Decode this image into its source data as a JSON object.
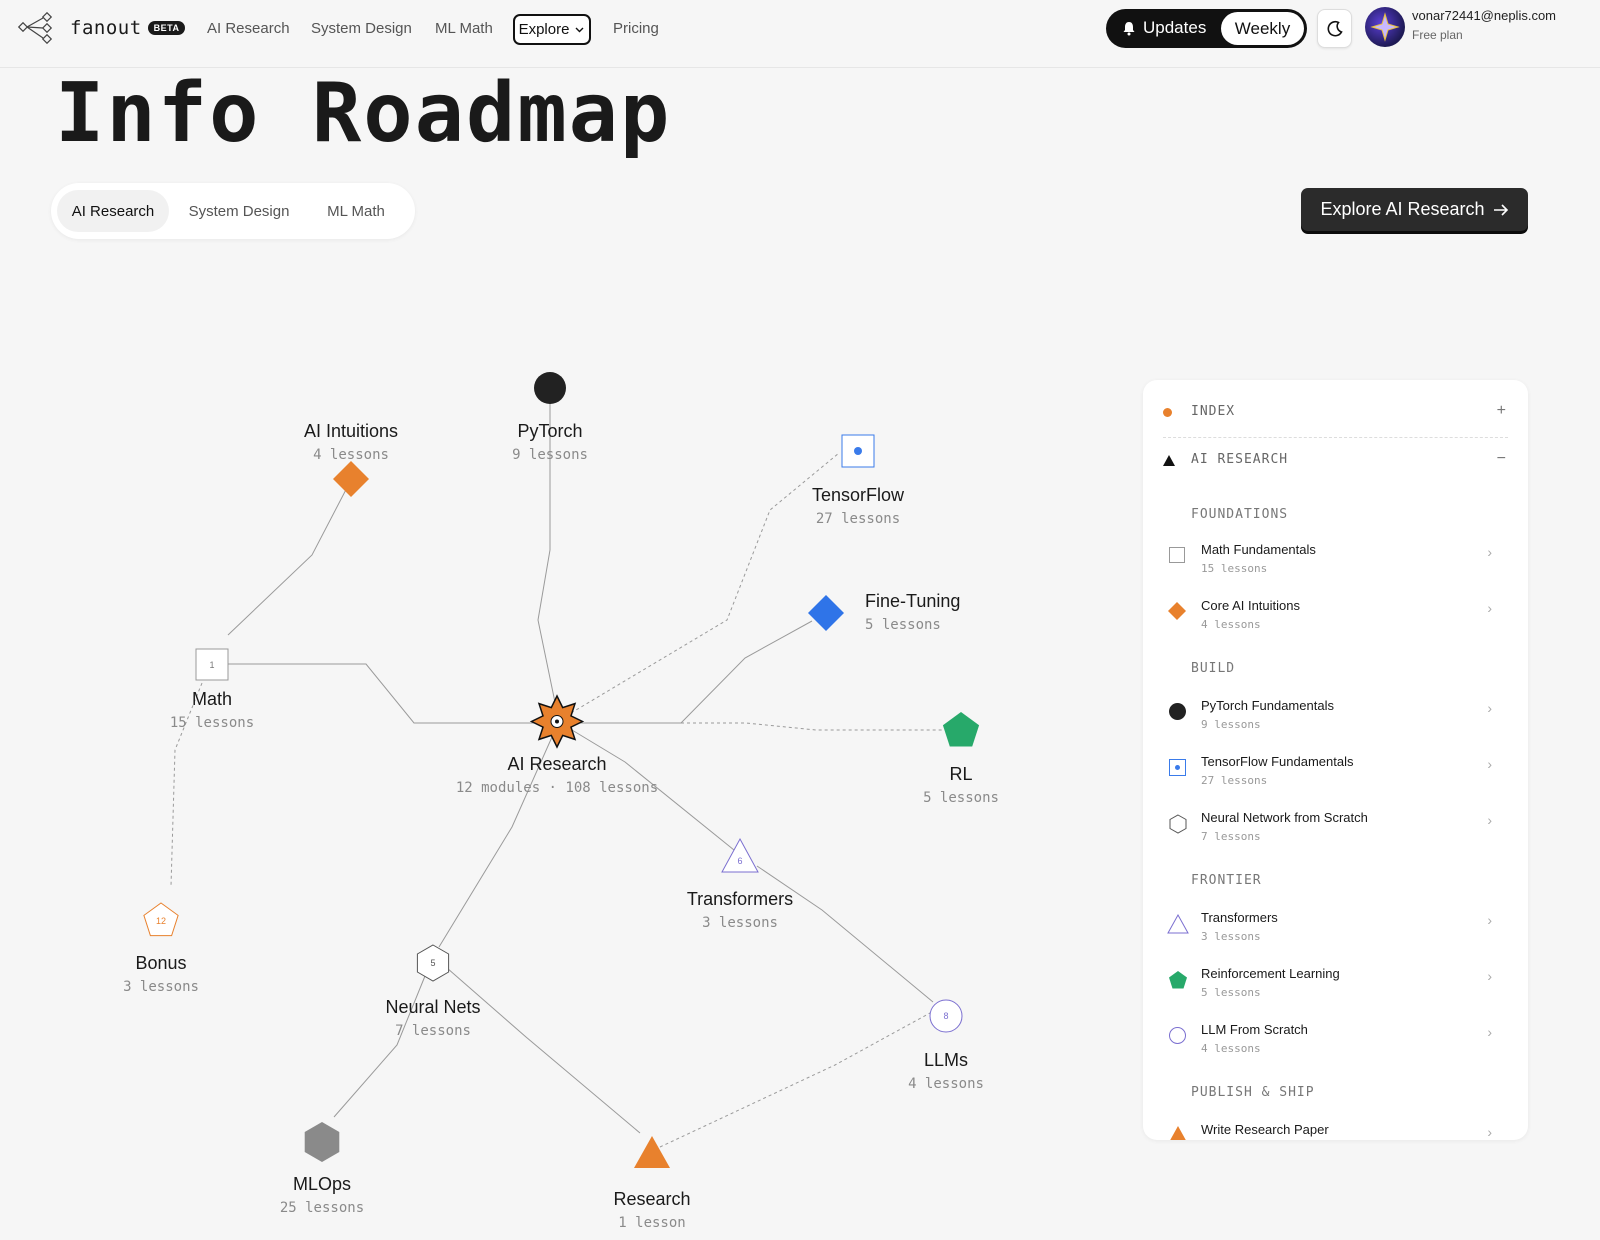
{
  "nav": {
    "logo_text": "fanout",
    "beta": "BETA",
    "links": [
      "AI Research",
      "System Design",
      "ML Math"
    ],
    "explore": "Explore",
    "pricing": "Pricing",
    "updates": "Updates",
    "weekly": "Weekly",
    "user_email": "vonar72441@neplis.com",
    "user_plan": "Free plan"
  },
  "page": {
    "title": "Info Roadmap",
    "tabs": [
      "AI Research",
      "System Design",
      "ML Math"
    ],
    "cta": "Explore AI Research"
  },
  "graph": {
    "nodes": [
      {
        "id": "ai-research",
        "label": "AI Research",
        "sub": "12 modules · 108 lessons",
        "shape": "burst",
        "color": "#e8812d"
      },
      {
        "id": "pytorch",
        "label": "PyTorch",
        "sub": "9 lessons",
        "shape": "circle",
        "color": "#222222"
      },
      {
        "id": "ai-intuitions",
        "label": "AI Intuitions",
        "sub": "4 lessons",
        "shape": "diamond",
        "color": "#e8812d"
      },
      {
        "id": "tensorflow",
        "label": "TensorFlow",
        "sub": "27 lessons",
        "shape": "square-dot",
        "color": "#3a7bea"
      },
      {
        "id": "fine-tuning",
        "label": "Fine-Tuning",
        "sub": "5 lessons",
        "shape": "diamond",
        "color": "#2f74e8"
      },
      {
        "id": "math",
        "label": "Math",
        "sub": "15 lessons",
        "shape": "square-outline",
        "color": "#999999",
        "inner": "1"
      },
      {
        "id": "rl",
        "label": "RL",
        "sub": "5 lessons",
        "shape": "pentagon",
        "color": "#27a96a"
      },
      {
        "id": "transformers",
        "label": "Transformers",
        "sub": "3 lessons",
        "shape": "triangle-outline",
        "color": "#7b6fd0",
        "inner": "6"
      },
      {
        "id": "bonus",
        "label": "Bonus",
        "sub": "3 lessons",
        "shape": "pentagon-outline",
        "color": "#e8812d",
        "inner": "12"
      },
      {
        "id": "neural-nets",
        "label": "Neural Nets",
        "sub": "7 lessons",
        "shape": "hexagon-outline",
        "color": "#555555",
        "inner": "5"
      },
      {
        "id": "llms",
        "label": "LLMs",
        "sub": "4 lessons",
        "shape": "circle-outline",
        "color": "#7b6fd0",
        "inner": "8"
      },
      {
        "id": "mlops",
        "label": "MLOps",
        "sub": "25 lessons",
        "shape": "hexagon",
        "color": "#8a8a8a"
      },
      {
        "id": "research",
        "label": "Research",
        "sub": "1 lesson",
        "shape": "triangle",
        "color": "#e8812d"
      }
    ]
  },
  "index": {
    "title": "INDEX",
    "expand": "+",
    "section_title": "AI RESEARCH",
    "collapse": "−",
    "groups": [
      {
        "name": "FOUNDATIONS",
        "items": [
          {
            "title": "Math Fundamentals",
            "sub": "15 lessons",
            "icon": "square-outline-icon"
          },
          {
            "title": "Core AI Intuitions",
            "sub": "4 lessons",
            "icon": "orange-diamond-icon"
          }
        ]
      },
      {
        "name": "BUILD",
        "items": [
          {
            "title": "PyTorch Fundamentals",
            "sub": "9 lessons",
            "icon": "black-circle-icon"
          },
          {
            "title": "TensorFlow Fundamentals",
            "sub": "27 lessons",
            "icon": "blue-square-dot-icon"
          },
          {
            "title": "Neural Network from Scratch",
            "sub": "7 lessons",
            "icon": "hexagon-outline-icon"
          }
        ]
      },
      {
        "name": "FRONTIER",
        "items": [
          {
            "title": "Transformers",
            "sub": "3 lessons",
            "icon": "triangle-outline-icon"
          },
          {
            "title": "Reinforcement Learning",
            "sub": "5 lessons",
            "icon": "green-pentagon-icon"
          },
          {
            "title": "LLM From Scratch",
            "sub": "4 lessons",
            "icon": "circle-outline-icon"
          }
        ]
      },
      {
        "name": "PUBLISH & SHIP",
        "items": [
          {
            "title": "Write Research Paper",
            "sub": "",
            "icon": "orange-triangle-icon"
          }
        ]
      }
    ]
  },
  "colors": {
    "accent": "#e8812d",
    "dark": "#2b2b2b",
    "blue": "#2f74e8",
    "green": "#27a96a",
    "purple": "#7b6fd0"
  }
}
